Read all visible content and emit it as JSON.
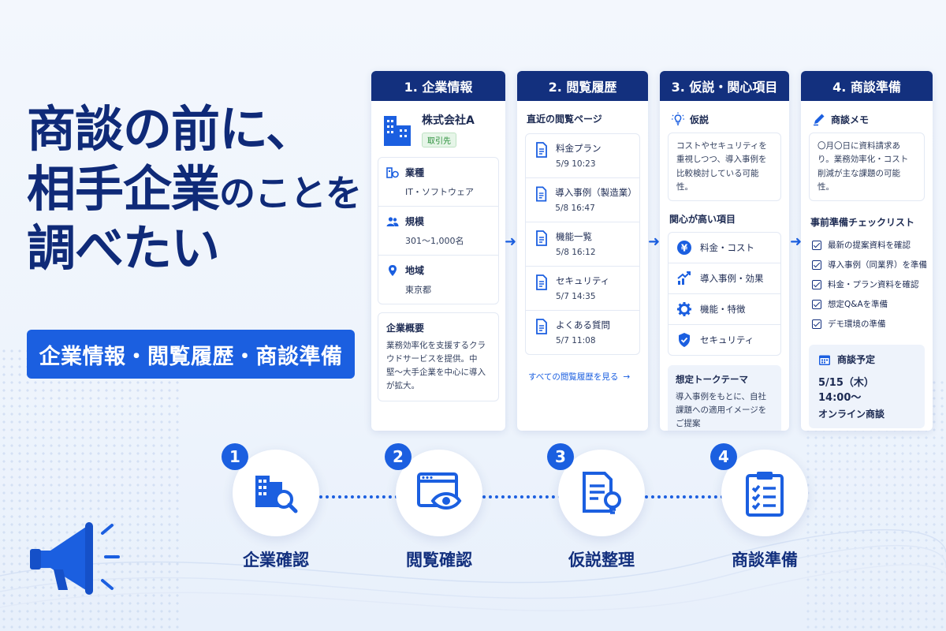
{
  "headline": {
    "line1": "商談の前に、",
    "line2a": "相手企業",
    "line2b": "のことを",
    "line3": "調べたい"
  },
  "subtitle_pill": "企業情報・閲覧履歴・商談準備",
  "columns": {
    "c1": {
      "header": "1. 企業情報",
      "company_name": "株式会社A",
      "badge": "取引先",
      "attributes": [
        {
          "label": "業種",
          "value": "IT・ソフトウェア",
          "icon": "industry-icon"
        },
        {
          "label": "規模",
          "value": "301〜1,000名",
          "icon": "people-icon"
        },
        {
          "label": "地域",
          "value": "東京都",
          "icon": "location-icon"
        }
      ],
      "overview_title": "企業概要",
      "overview_text": "業務効率化を支援するクラウドサービスを提供。中堅〜大手企業を中心に導入が拡大。"
    },
    "c2": {
      "header": "2. 閲覧履歴",
      "section_title": "直近の閲覧ページ",
      "items": [
        {
          "title": "料金プラン",
          "time": "5/9 10:23"
        },
        {
          "title": "導入事例（製造業）",
          "time": "5/8 16:47"
        },
        {
          "title": "機能一覧",
          "time": "5/8 16:12"
        },
        {
          "title": "セキュリティ",
          "time": "5/7 14:35"
        },
        {
          "title": "よくある質問",
          "time": "5/7 11:08"
        }
      ],
      "see_all": "すべての閲覧履歴を見る"
    },
    "c3": {
      "header": "3. 仮説・関心項目",
      "hypothesis_title": "仮説",
      "hypothesis_text": "コストやセキュリティを重視しつつ、導入事例を比較検討している可能性。",
      "interest_title": "関心が高い項目",
      "interests": [
        {
          "label": "料金・コスト",
          "icon": "yen-icon"
        },
        {
          "label": "導入事例・効果",
          "icon": "chart-up-icon"
        },
        {
          "label": "機能・特徴",
          "icon": "gear-icon"
        },
        {
          "label": "セキュリティ",
          "icon": "shield-icon"
        }
      ],
      "talk_title": "想定トークテーマ",
      "talk_text": "導入事例をもとに、自社課題への適用イメージをご提案"
    },
    "c4": {
      "header": "4. 商談準備",
      "memo_title": "商談メモ",
      "memo_text": "〇月〇日に資料請求あり。業務効率化・コスト削減が主な課題の可能性。",
      "checklist_title": "事前準備チェックリスト",
      "checklist": [
        "最新の提案資料を確認",
        "導入事例（同業界）を準備",
        "料金・プラン資料を確認",
        "想定Q&Aを準備",
        "デモ環境の準備"
      ],
      "meeting_title": "商談予定",
      "meeting_date": "5/15（木）14:00〜",
      "meeting_type": "オンライン商談"
    }
  },
  "steps": [
    {
      "num": "1",
      "label": "企業確認",
      "icon": "building-search-icon"
    },
    {
      "num": "2",
      "label": "閲覧確認",
      "icon": "browser-eye-icon"
    },
    {
      "num": "3",
      "label": "仮説整理",
      "icon": "document-bulb-icon"
    },
    {
      "num": "4",
      "label": "商談準備",
      "icon": "clipboard-check-icon"
    }
  ],
  "colors": {
    "navy": "#13307e",
    "primary_blue": "#1b5fe0",
    "headline": "#0f2a78",
    "badge_green": "#2a8f3a"
  }
}
